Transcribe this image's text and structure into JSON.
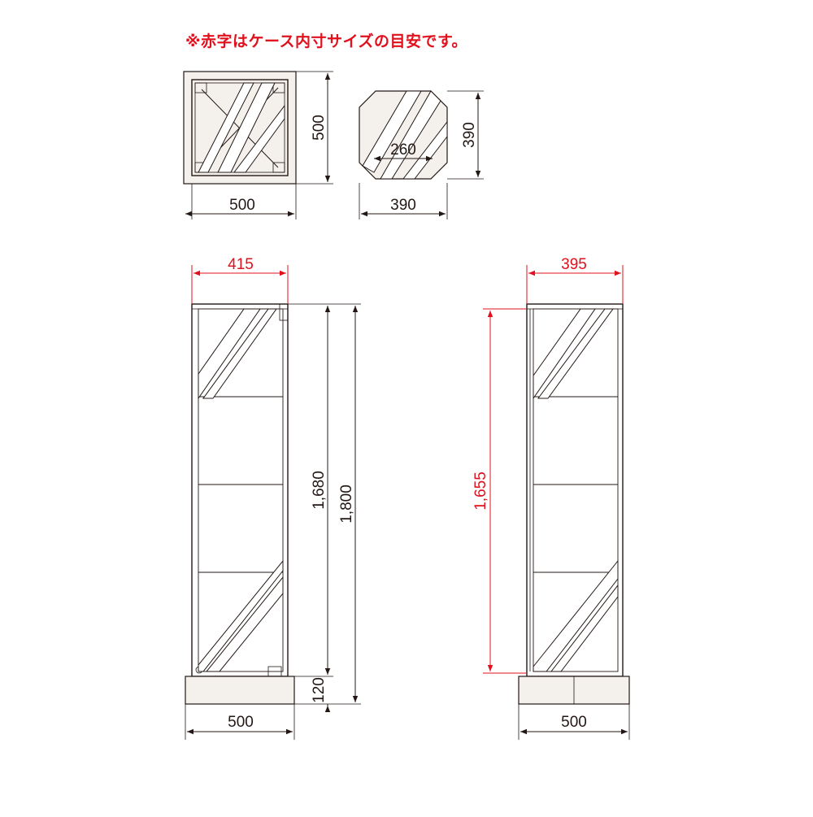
{
  "note": "※赤字はケース内寸サイズの目安です。",
  "top_view": {
    "width": "500",
    "depth": "500"
  },
  "base_top_view": {
    "width": "390",
    "depth": "390",
    "inner": "260"
  },
  "front_view": {
    "inner_width": "415",
    "outer_width": "500",
    "glass_height": "1,680",
    "total_height": "1,800",
    "base_height": "120"
  },
  "side_view": {
    "inner_width": "395",
    "outer_width": "500",
    "inner_height": "1,655"
  },
  "colors": {
    "inner_dimension": "#e0101c",
    "outer_dimension": "#231815"
  }
}
